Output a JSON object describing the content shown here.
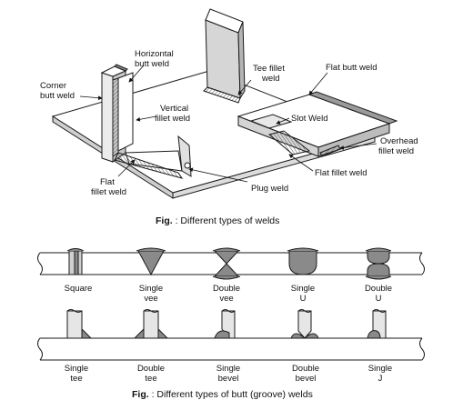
{
  "figure1": {
    "labels": {
      "horizontal_butt_weld": [
        "Horizontal",
        "butt weld"
      ],
      "corner_butt_weld": [
        "Corner",
        "butt weld"
      ],
      "tee_fillet_weld": [
        "Tee fillet",
        "weld"
      ],
      "flat_butt_weld": [
        "Flat butt weld"
      ],
      "vertical_fillet_weld": [
        "Vertical",
        "fillet weld"
      ],
      "slot_weld": [
        "Slot Weld"
      ],
      "overhead_fillet_weld": [
        "Overhead",
        "fillet weld"
      ],
      "flat_fillet_weld_left": [
        "Flat",
        "fillet weld"
      ],
      "flat_fillet_weld_right": [
        "Flat fillet weld"
      ],
      "plug_weld": [
        "Plug weld"
      ]
    },
    "caption": {
      "prefix": "Fig.",
      "text": " : Different types of welds"
    }
  },
  "figure2": {
    "top_row": [
      {
        "lines": [
          "Square"
        ]
      },
      {
        "lines": [
          "Single",
          "vee"
        ]
      },
      {
        "lines": [
          "Double",
          "vee"
        ]
      },
      {
        "lines": [
          "Single",
          "U"
        ]
      },
      {
        "lines": [
          "Double",
          "U"
        ]
      }
    ],
    "bottom_row": [
      {
        "lines": [
          "Single",
          "tee"
        ]
      },
      {
        "lines": [
          "Double",
          "tee"
        ]
      },
      {
        "lines": [
          "Single",
          "bevel"
        ]
      },
      {
        "lines": [
          "Double",
          "bevel"
        ]
      },
      {
        "lines": [
          "Single",
          "J"
        ]
      }
    ],
    "caption": {
      "prefix": "Fig.",
      "text": " : Different types of butt (groove) welds"
    }
  },
  "colors": {
    "line": "#1a1a1a",
    "plate_top": "#ffffff",
    "plate_side": "#cfcfcf",
    "weld": "#8a8a8a",
    "shade": "#bdbdbd"
  }
}
